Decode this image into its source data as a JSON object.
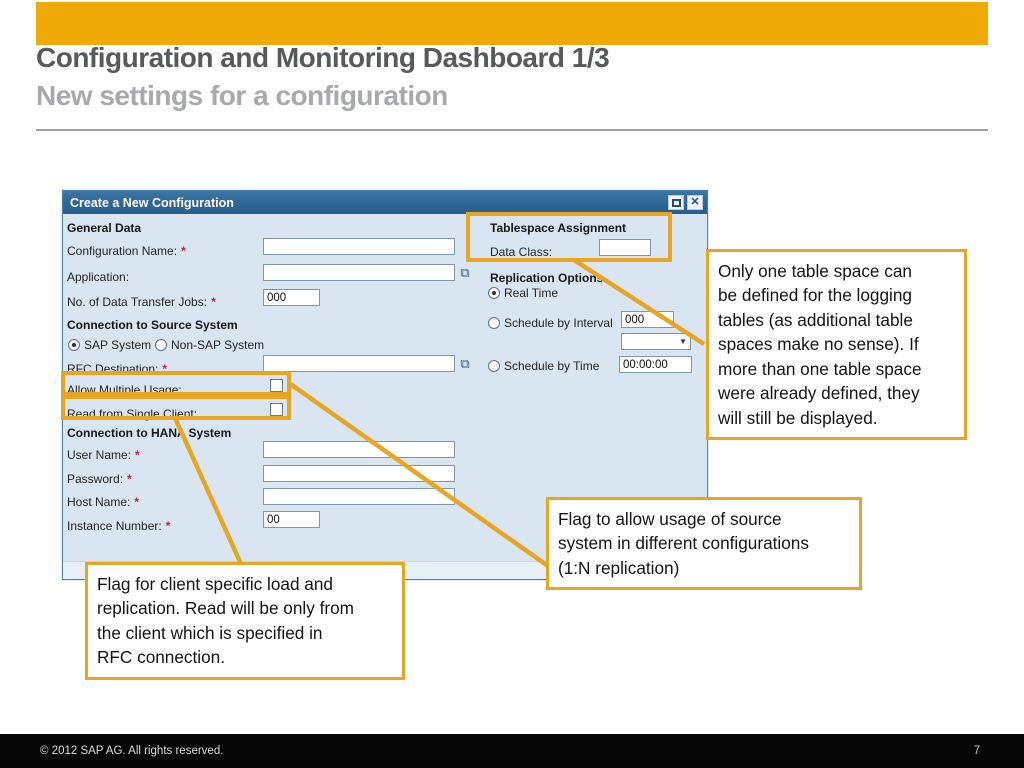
{
  "slide": {
    "title": "Configuration and Monitoring Dashboard 1/3",
    "subtitle": "New settings for a configuration",
    "top_bar_color": "#EFAA05",
    "footer": {
      "copyright": "© 2012 SAP AG. All rights reserved.",
      "page_number": "7"
    }
  },
  "dialog": {
    "title": "Create a New Configuration",
    "required_marker": "*",
    "icons": {
      "maximize": "maximize-window",
      "close": "✕",
      "value_help": "⧉",
      "dropdown_arrow": "▼"
    },
    "sections": {
      "general": "General Data",
      "source": "Connection to Source System",
      "hana": "Connection to HANA System",
      "tablespace": "Tablespace Assignment",
      "replication": "Replication Options"
    },
    "fields": {
      "config_name": {
        "label": "Configuration Name:",
        "value": ""
      },
      "application": {
        "label": "Application:",
        "value": ""
      },
      "jobs": {
        "label": "No. of Data Transfer Jobs:",
        "value": "000"
      },
      "sap_system": {
        "label": "SAP System",
        "selected": true
      },
      "non_sap_system": {
        "label": "Non-SAP System",
        "selected": false
      },
      "rfc_destination": {
        "label": "RFC Destination:",
        "value": ""
      },
      "allow_multiple": {
        "label": "Allow Multiple Usage:",
        "checked": false
      },
      "read_single": {
        "label": "Read from Single Client:",
        "checked": false
      },
      "user_name": {
        "label": "User Name:",
        "value": ""
      },
      "password": {
        "label": "Password:",
        "value": ""
      },
      "host_name": {
        "label": "Host Name:",
        "value": ""
      },
      "instance_number": {
        "label": "Instance Number:",
        "value": "00"
      },
      "data_class": {
        "label": "Data Class:",
        "value": ""
      },
      "real_time": {
        "label": "Real Time",
        "selected": true
      },
      "schedule_interval": {
        "label": "Schedule by Interval",
        "value": "000"
      },
      "interval_unit": {
        "value": ""
      },
      "schedule_time": {
        "label": "Schedule by Time",
        "value": "00:00:00"
      }
    }
  },
  "callouts": {
    "color": "#E7A522",
    "tablespace_note": "Only one table space can\nbe defined for the logging\ntables (as additional table\nspaces make no sense). If\nmore than one table space\nwere already defined, they\nwill still be displayed.",
    "multiple_usage_note": "Flag to allow usage of source\nsystem in different configurations\n(1:N replication)",
    "single_client_note": "Flag for client specific load and\nreplication. Read will be only from\nthe client which is specified in\nRFC connection."
  }
}
